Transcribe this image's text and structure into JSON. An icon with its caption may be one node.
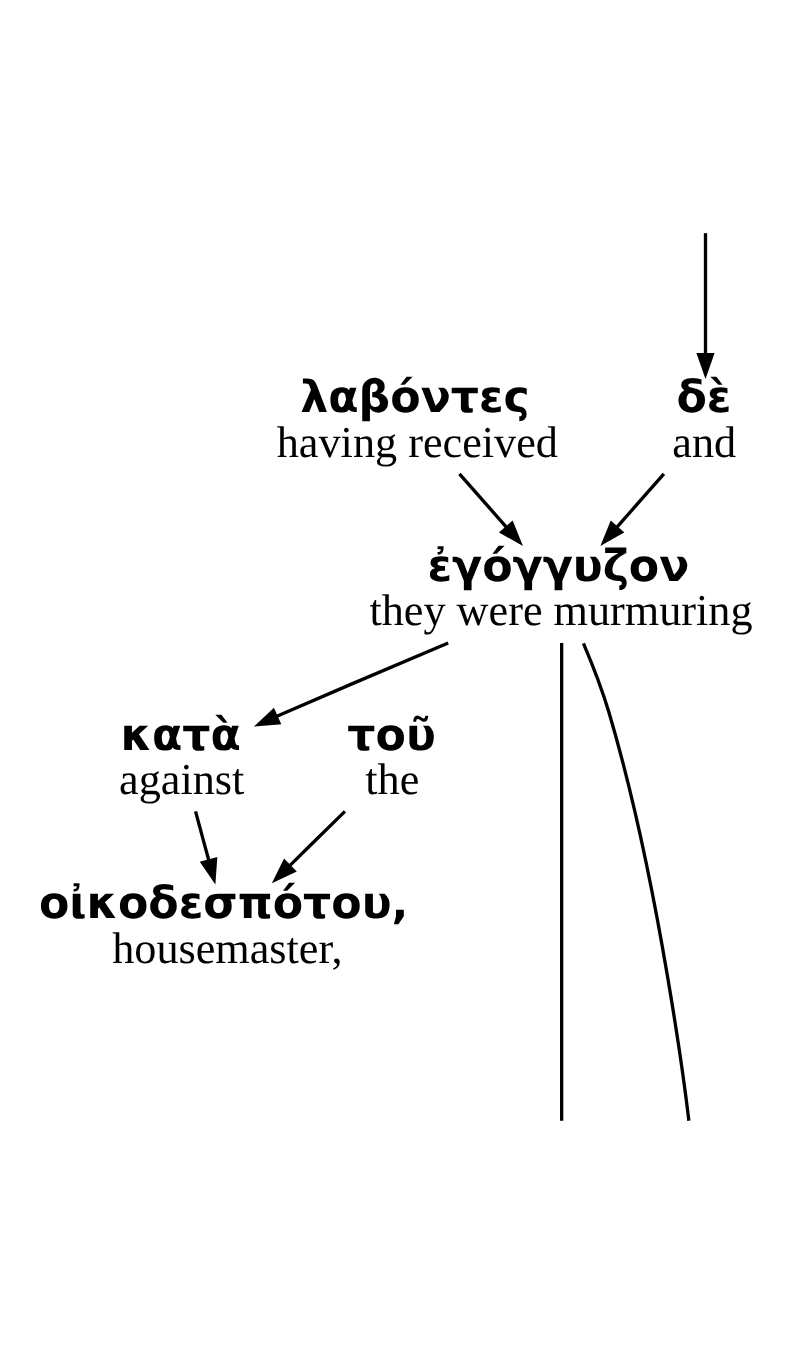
{
  "diagram": {
    "nodes": [
      {
        "text": [
          "λαβόντες",
          "having received"
        ]
      },
      {
        "text": [
          "δὲ",
          "and"
        ]
      },
      {
        "text": [
          "ἐγόγγυζον",
          "they were murmuring"
        ]
      },
      {
        "text": [
          "κατὰ",
          "against"
        ]
      },
      {
        "text": [
          "τοῦ",
          "the"
        ]
      },
      {
        "text": [
          "οἰκοδεσπότου,",
          "housemaster,"
        ]
      }
    ],
    "edges": [
      {
        "from": null,
        "to": 1,
        "arrow": "to"
      },
      {
        "from": 0,
        "to": 2,
        "arrow": "to"
      },
      {
        "from": 1,
        "to": 2,
        "arrow": "to"
      },
      {
        "from": 2,
        "to": 3,
        "arrow": "to"
      },
      {
        "from": 3,
        "to": 5,
        "arrow": "to"
      },
      {
        "from": 4,
        "to": 5,
        "arrow": "to"
      },
      {
        "from": 2,
        "to": null,
        "arrow": "none"
      },
      {
        "from": 2,
        "to": null,
        "arrow": "none"
      }
    ]
  }
}
